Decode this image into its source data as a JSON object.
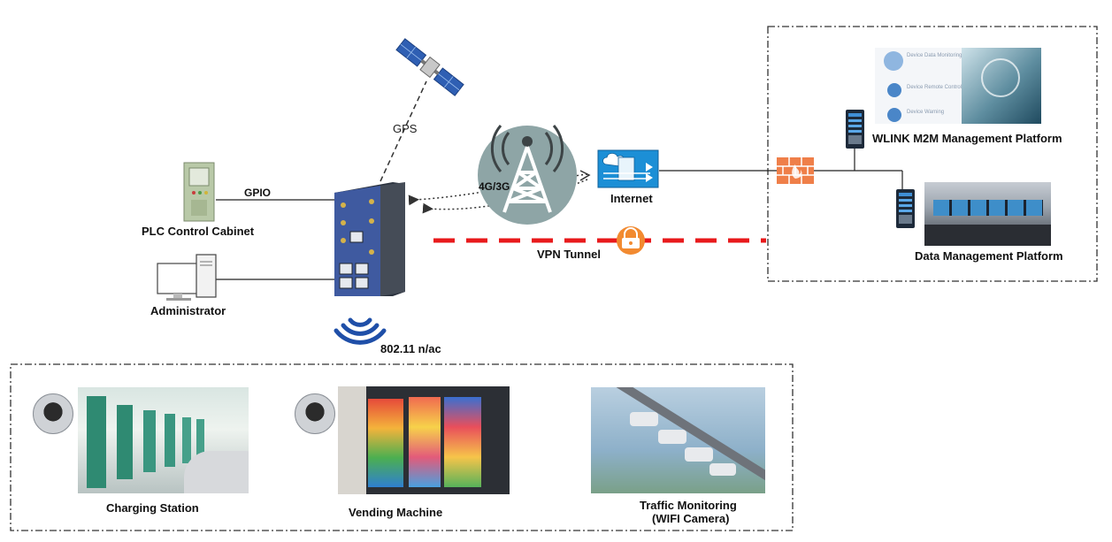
{
  "labels": {
    "gps": "GPS",
    "gpio": "GPIO",
    "plc": "PLC Control Cabinet",
    "admin": "Administrator",
    "wifi": "802.11 n/ac",
    "cellular": "4G/3G",
    "internet": "Internet",
    "vpn": "VPN Tunnel",
    "m2m": "WLINK M2M Management Platform",
    "data_platform": "Data Management Platform",
    "charging": "Charging Station",
    "vending": "Vending Machine",
    "traffic_line1": "Traffic Monitoring",
    "traffic_line2": "(WIFI Camera)"
  },
  "dashboard": {
    "items": [
      "Device Data Monitoring",
      "Device Remote Control",
      "Device Warning"
    ]
  },
  "colors": {
    "vpn_dash": "#e8191b",
    "lock": "#f28a30",
    "firewall": "#ef7f49",
    "router": "#3f5aa0",
    "internet_box": "#1c8fd6",
    "tower_circle": "#8ea5a6",
    "wifi_arcs": "#1f4fa8"
  },
  "icons": [
    "satellite-icon",
    "router-icon",
    "cell-tower-icon",
    "internet-cloud-icon",
    "lock-icon",
    "firewall-icon",
    "server-icon",
    "pc-icon",
    "plc-cabinet-icon",
    "wifi-signal-icon",
    "camera-icon"
  ]
}
